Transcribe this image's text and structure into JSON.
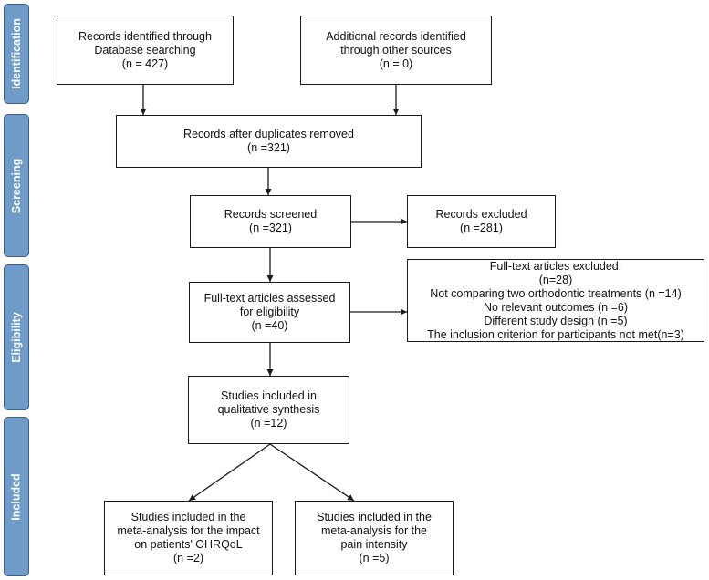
{
  "phases": [
    "Identification",
    "Screening",
    "Eligibility",
    "Included"
  ],
  "boxes": {
    "db_search": [
      "Records identified through",
      "Database searching",
      "(n = 427)"
    ],
    "other_sources": [
      "Additional records identified",
      "through other sources",
      "(n = 0)"
    ],
    "after_duplicates": [
      "Records after duplicates removed",
      "(n =321)"
    ],
    "screened": [
      "Records screened",
      "(n =321)"
    ],
    "excluded": [
      "Records excluded",
      "(n =281)"
    ],
    "fulltext_assessed": [
      "Full-text articles assessed",
      "for eligibility",
      "(n =40)"
    ],
    "fulltext_excluded": [
      "Full-text articles excluded:",
      "(n=28)",
      "Not comparing two orthodontic treatments (n =14)",
      "No relevant outcomes (n =6)",
      "Different study design (n =5)",
      "The inclusion criterion for participants not met(n=3)"
    ],
    "qualitative": [
      "Studies included in",
      "qualitative synthesis",
      "(n =12)"
    ],
    "meta_ohrqol": [
      "Studies included in the",
      "meta-analysis for the impact",
      "on patients' OHRQoL",
      "(n =2)"
    ],
    "meta_pain": [
      "Studies included in the",
      "meta-analysis for the",
      "pain intensity",
      "(n =5)"
    ]
  }
}
